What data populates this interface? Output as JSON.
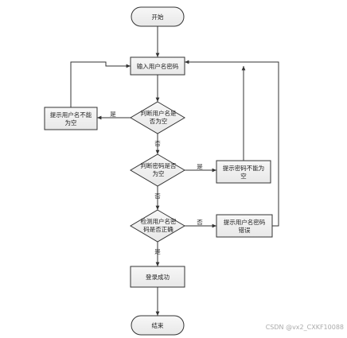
{
  "flowchart": {
    "nodes": {
      "start": "开始",
      "input": "输入用户名密码",
      "check_user": [
        "判断用户名是",
        "否为空"
      ],
      "user_empty": [
        "提示用户名不能",
        "为空"
      ],
      "check_pass": [
        "判断密码是否",
        "为空"
      ],
      "pass_empty": [
        "提示密码不能为",
        "空"
      ],
      "check_match": [
        "检测用户名密",
        "码是否正确"
      ],
      "wrong": [
        "提示用户名密码",
        "错误"
      ],
      "success": "登录成功",
      "end": "结束"
    },
    "edge_labels": {
      "user_yes": "是",
      "user_no": "否",
      "pass_yes": "是",
      "pass_no": "否",
      "match_no": "否",
      "match_yes": "是"
    }
  },
  "watermark": "CSDN @vx2_CXKF10088"
}
